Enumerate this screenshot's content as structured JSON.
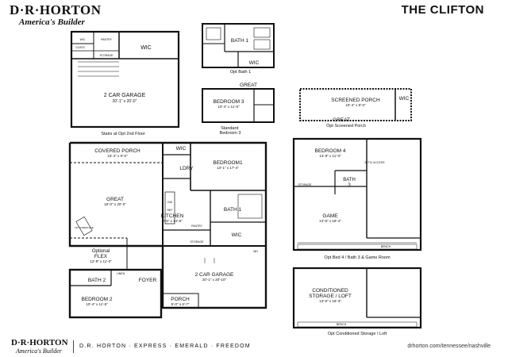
{
  "header": {
    "logo_main": "D·R·HORTON",
    "logo_tagline": "America's Builder",
    "plan_name": "THE CLIFTON"
  },
  "opt_second_floor": {
    "rooms": [
      {
        "name": "WIC"
      },
      {
        "name": "2 CAR GARAGE",
        "dim": "20'-1\" x 20'-0\""
      }
    ],
    "small_labels": [
      "WIC",
      "PANTRY",
      "STORAGE",
      "COATS"
    ],
    "caption": "Stairs at Opt 2nd Floor"
  },
  "opt_bath1": {
    "rooms": [
      {
        "name": "BATH 1"
      },
      {
        "name": "WIC"
      }
    ],
    "caption": "Opt Bath 1"
  },
  "std_bedroom3": {
    "rooms": [
      {
        "name": "GREAT"
      },
      {
        "name": "BEDROOM 3",
        "dim": "10'-4\" x 11'-0\""
      }
    ],
    "caption": "Standard\nBedroom 3"
  },
  "opt_screened_porch": {
    "rooms": [
      {
        "name": "SCREENED PORCH",
        "dim": "15'-4\" x 9'-0\""
      },
      {
        "name": "WIC"
      },
      {
        "name": "GREAT"
      }
    ],
    "caption": "Opt Screened Porch"
  },
  "main_floor": {
    "rooms": [
      {
        "name": "COVERED PORCH",
        "dim": "15'-4\" x 9'-0\""
      },
      {
        "name": "WIC"
      },
      {
        "name": "BEDROOM1",
        "dim": "13'-1\" x 17'-4\""
      },
      {
        "name": "LDRY"
      },
      {
        "name": "GREAT",
        "dim": "18'-0\" x 20'-0\""
      },
      {
        "name": "BATH 1"
      },
      {
        "name": "KITCHEN",
        "dim": "9'-6\" x 14'-8\""
      },
      {
        "name": "WIC"
      },
      {
        "name": "Optional"
      },
      {
        "name": "FLEX",
        "dim": "12'-9\" x 11'-0\""
      },
      {
        "name": "2 CAR GARAGE",
        "dim": "20'-1\" x 20'-10\""
      },
      {
        "name": "BATH 2"
      },
      {
        "name": "FOYER"
      },
      {
        "name": "BEDROOM 2",
        "dim": "10'-4\" x 11'-5\""
      },
      {
        "name": "PORCH",
        "dim": "5'-0\" x 6'-7\""
      }
    ],
    "small_labels": [
      "STORAGE",
      "PANTRY",
      "DW",
      "REF",
      "LINEN",
      "WH",
      "OPT FIREPLACE"
    ]
  },
  "bed4_game": {
    "rooms": [
      {
        "name": "BEDROOM 4",
        "dim": "13'-9\" x 11'-0\""
      },
      {
        "name": "BATH"
      },
      {
        "name": "3"
      },
      {
        "name": "GAME",
        "dim": "13'-9\" x 18'-4\""
      }
    ],
    "small_labels": [
      "STORAGE",
      "ATTIC ACCESS",
      "BENCH"
    ],
    "caption": "Opt Bed 4 / Bath 3 & Game Room"
  },
  "storage_loft": {
    "rooms": [
      {
        "name": "CONDITIONED"
      },
      {
        "name": "STORAGE / LOFT",
        "dim": "13'-9\" x 18'-3\""
      }
    ],
    "small_labels": [
      "BENCH"
    ],
    "caption": "Opt Conditioned Storage / Loft"
  },
  "footer": {
    "logo_main": "D·R·HORTON",
    "logo_tagline": "America's Builder",
    "brands": "D.R. HORTON · EXPRESS · EMERALD · FREEDOM",
    "url": "drhorton.com/tennessee/nashville"
  }
}
